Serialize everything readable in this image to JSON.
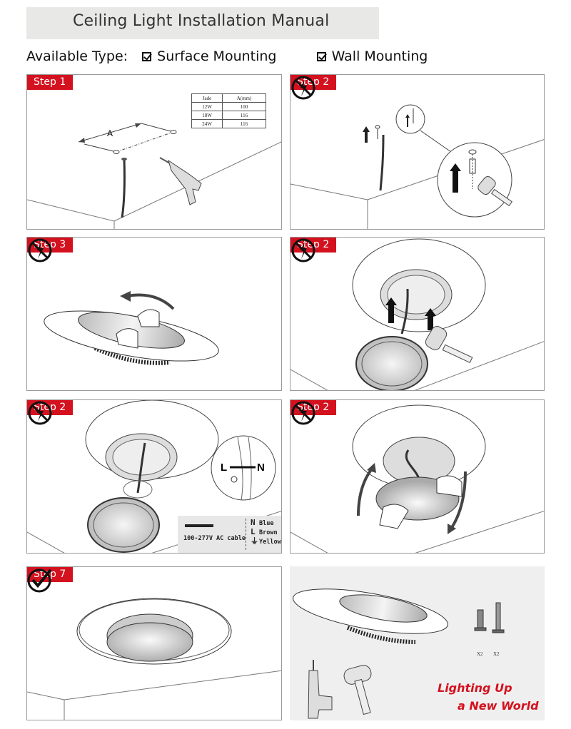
{
  "header": {
    "title": "Ceiling Light Installation Manual",
    "available_type_label": "Available Type:",
    "types": [
      {
        "label": "Surface Mounting",
        "checked": true
      },
      {
        "label": "Wall Mounting",
        "checked": true
      }
    ]
  },
  "colors": {
    "badge_red": "#d4111e",
    "title_bg": "#e8e8e6",
    "accessories_bg": "#efefef"
  },
  "panels": [
    {
      "badge": "Step 1",
      "corner_icon": "none",
      "spec_table": {
        "headers": [
          "Jade",
          "A(mm)"
        ],
        "rows": [
          [
            "12W",
            "100"
          ],
          [
            "18W",
            "116"
          ],
          [
            "24W",
            "116"
          ]
        ]
      },
      "dimension_label": "A"
    },
    {
      "badge": "Step 2",
      "corner_icon": "no-power-icon"
    },
    {
      "badge": "Step 3",
      "corner_icon": "no-power-icon"
    },
    {
      "badge": "Step 2",
      "corner_icon": "no-power-icon"
    },
    {
      "badge": "Step 2",
      "corner_icon": "no-power-icon",
      "wiring": {
        "left_label": "L",
        "right_label": "N",
        "cable_label": "100-277V AC cable",
        "legend": [
          {
            "code": "N",
            "color": "Blue"
          },
          {
            "code": "L",
            "color": "Brown"
          },
          {
            "code": "⏚",
            "color": "Yellow"
          }
        ]
      }
    },
    {
      "badge": "Step 2",
      "corner_icon": "no-power-icon"
    },
    {
      "badge": "Step 7",
      "corner_icon": "check-icon"
    },
    {
      "badge": "",
      "accessories": {
        "anchor_qty": "X2",
        "screw_qty": "X2"
      },
      "slogan_line1": "Lighting Up",
      "slogan_line2": "a New World"
    }
  ]
}
